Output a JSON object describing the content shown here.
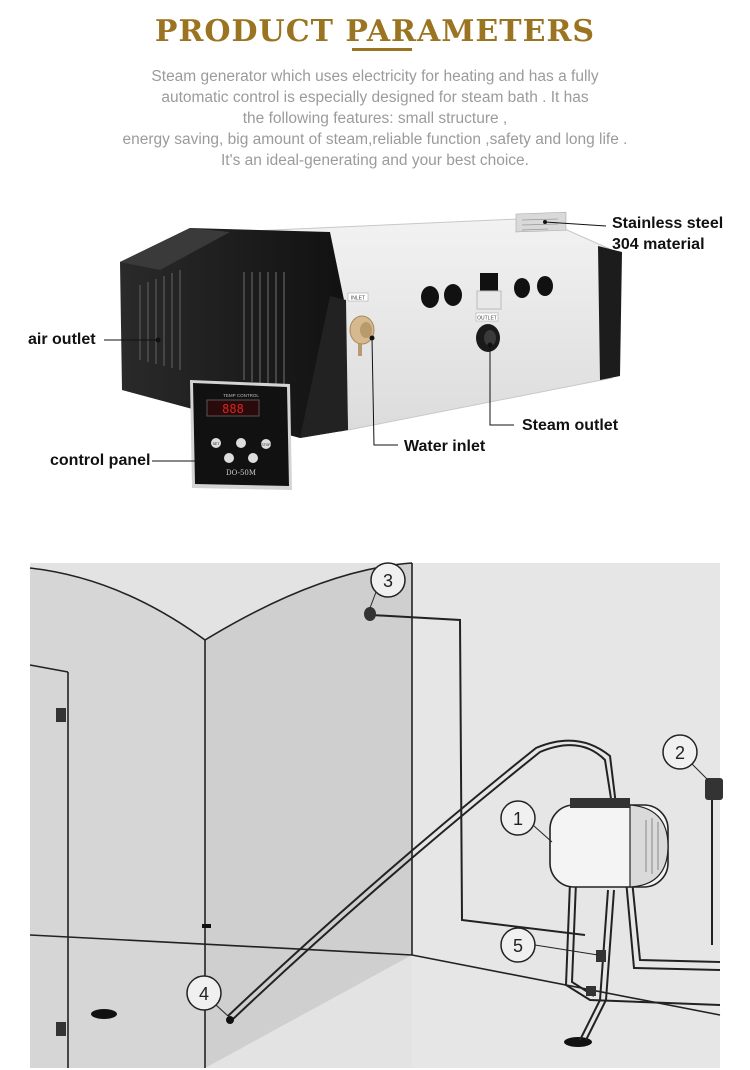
{
  "header": {
    "title_word1": "PRODUCT",
    "title_word2": "PARAMETERS"
  },
  "description": {
    "lines": [
      "Steam generator which uses electricity for heating and has a fully",
      "automatic control is especially designed for steam bath . It has",
      "the following features: small structure ,",
      "energy saving, big amount of steam,reliable function ,safety and long life .",
      "It's an ideal-generating and your best choice."
    ]
  },
  "product_labels": {
    "stainless_line1": "Stainless steel",
    "stainless_line2": "304 material",
    "air_outlet": "air outlet",
    "control_panel": "control panel",
    "water_inlet": "Water inlet",
    "steam_outlet": "Steam outlet"
  },
  "unit_markings": {
    "inlet_tag": "INLET",
    "outlet_tag": "OUTLET",
    "panel_header": "TEMP CONTROL",
    "panel_model": "DO-50M",
    "btn_set": "SET",
    "btn_stop": "STOP"
  },
  "diagram_callouts": [
    "1",
    "2",
    "3",
    "4",
    "5"
  ]
}
